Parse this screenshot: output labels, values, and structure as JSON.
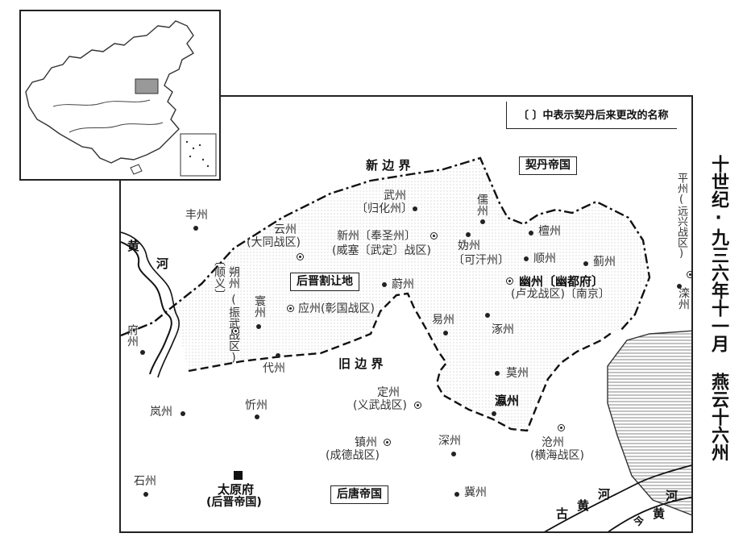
{
  "side_title": "十世纪·九三六年十一月 燕云十六州",
  "legend": "〔  〕中表示契丹后来更改的名称",
  "regions": {
    "qidan": "契丹帝国",
    "houjin_ceded": "后晋割让地",
    "houtang": "后唐帝国"
  },
  "borders": {
    "new": "新 边 界",
    "old": "旧 边 界"
  },
  "rivers": {
    "huang_upper_1": "黄",
    "huang_upper_2": "河",
    "old_huang_1": "古",
    "old_huang_2": "黄",
    "old_huang_3": "河",
    "jin_huang_1": "河",
    "jin_huang_2": "今",
    "jin_huang_3": "黄"
  },
  "places": {
    "fengzhou": "丰州",
    "yunzhou_1": "云州",
    "yunzhou_2": "(大同战区)",
    "wuzhou_1": "武州",
    "wuzhou_2": "〔归化州〕",
    "ruzhou": "儒州",
    "xinzhou_1": "新州〔奉圣州〕",
    "xinzhou_2": "(威塞〔武定〕战区)",
    "guizhou_1": "妫州",
    "guizhou_2": "〔可汗州〕",
    "tanzhou": "檀州",
    "shunzhou": "顺州",
    "jizhou": "蓟州",
    "youzhou_1": "幽州〔幽都府〕",
    "youzhou_2": "(卢龙战区)〔南京〕",
    "pingzhou": "平州(远兴战区)",
    "luanzhou": "滦州",
    "shuozhou_a": "朔州",
    "shuozhou_b": "(振武战区)",
    "shuozhou_c": "〔顺义〕",
    "huanzhou": "寰州",
    "yingzhou": "应州(彰国战区)",
    "weizhou": "蔚州",
    "fuzhou": "府州",
    "daizhou": "代州",
    "yizhou": "易州",
    "zhuozhou": "涿州",
    "mozhou": "莫州",
    "yingzhou2": "瀛州",
    "lanzhou": "岚州",
    "xinzhou2": "忻州",
    "dingzhou_1": "定州",
    "dingzhou_2": "(义武战区)",
    "shenzhou": "深州",
    "zhenzhou_1": "镇州",
    "zhenzhou_2": "(成德战区)",
    "cangzhou_1": "沧州",
    "cangzhou_2": "(横海战区)",
    "shizhou": "石州",
    "taiyuan_1": "太原府",
    "taiyuan_2": "(后晋帝国)",
    "jizhou2": "冀州"
  }
}
